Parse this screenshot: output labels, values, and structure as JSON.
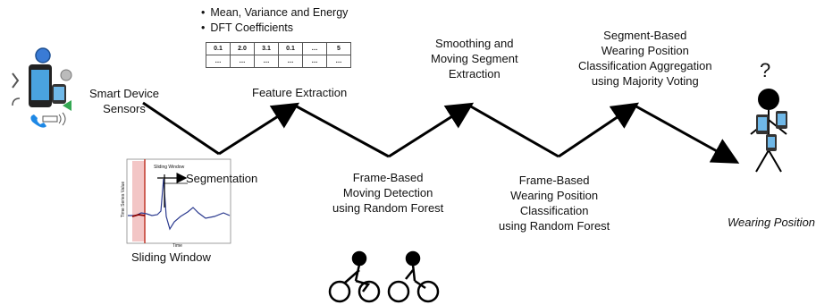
{
  "steps": {
    "sensors": [
      "Smart Device",
      "Sensors"
    ],
    "segmentation": "Segmentation",
    "sliding_window": "Sliding Window",
    "feature_extraction": "Feature Extraction",
    "frame_moving": [
      "Frame-Based",
      "Moving Detection",
      "using Random Forest"
    ],
    "smoothing": [
      "Smoothing and",
      "Moving Segment",
      "Extraction"
    ],
    "frame_wearing": [
      "Frame-Based",
      "Wearing Position",
      "Classification",
      "using Random Forest"
    ],
    "segment_wearing": [
      "Segment-Based",
      "Wearing Position",
      "Classification Aggregation",
      "using Majority Voting"
    ],
    "output": "Wearing Position"
  },
  "features": {
    "bullets": [
      "Mean, Variance and Energy",
      "DFT Coefficients"
    ],
    "table_row1": [
      "0.1",
      "2.0",
      "3.1",
      "0.1",
      "…",
      "5"
    ],
    "table_row2": [
      "…",
      "…",
      "…",
      "…",
      "…",
      "…"
    ]
  },
  "plot": {
    "title": "Sliding Window",
    "ylabel": "Time Series Value",
    "xlabel": "Time"
  },
  "question_mark": "?",
  "colors": {
    "arrow": "#000000",
    "window": "#c0392b",
    "signal": "#2b3a8f"
  }
}
